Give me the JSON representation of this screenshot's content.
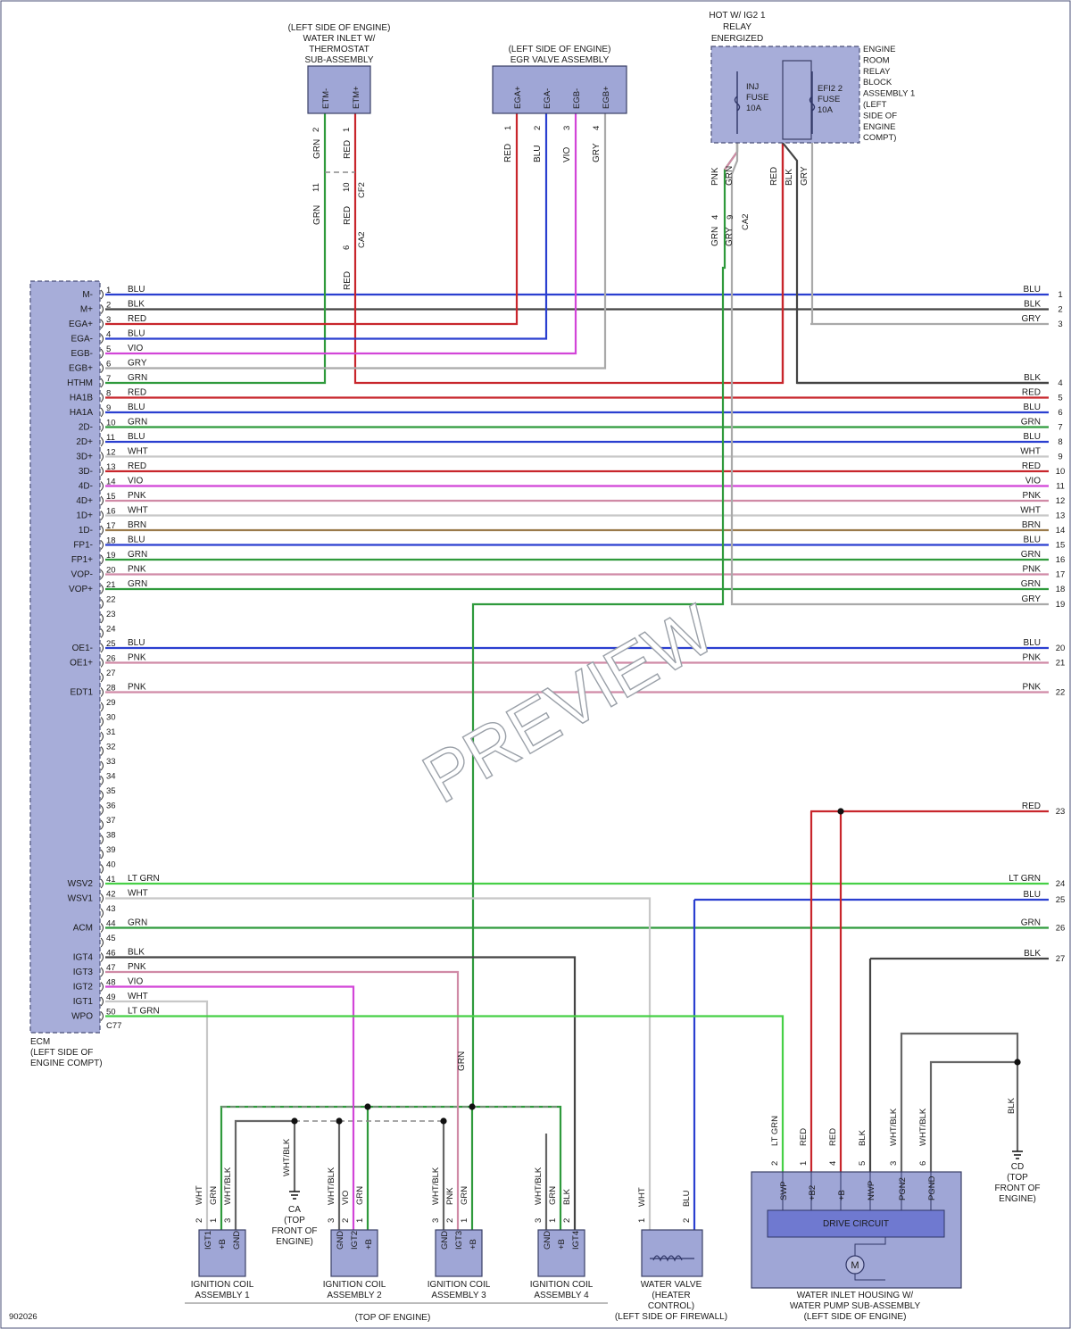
{
  "colors": {
    "BLU": "#2a3fd0",
    "BLK": "#444444",
    "RED": "#c8262c",
    "GRY": "#a9a9a9",
    "VIO": "#d245d8",
    "GRN": "#2f9a3c",
    "WHT": "#c8c8c8",
    "PNK": "#d08aa6",
    "BRN": "#9a7a4a",
    "LT GRN": "#46d046",
    "BG": "#9fa6d6"
  },
  "ecm": {
    "name": "ECM",
    "location1": "(LEFT SIDE OF",
    "location2": "ENGINE COMPT)",
    "connector": "C77",
    "pins": [
      {
        "n": "1",
        "label": "M-",
        "wire": "BLU",
        "right": "1"
      },
      {
        "n": "2",
        "label": "M+",
        "wire": "BLK",
        "right": "2"
      },
      {
        "n": "3",
        "label": "EGA+",
        "wire": "RED"
      },
      {
        "n": "4",
        "label": "EGA-",
        "wire": "BLU"
      },
      {
        "n": "5",
        "label": "EGB-",
        "wire": "VIO"
      },
      {
        "n": "6",
        "label": "EGB+",
        "wire": "GRY"
      },
      {
        "n": "7",
        "label": "HTHM",
        "wire": "GRN"
      },
      {
        "n": "8",
        "label": "HA1B",
        "wire": "RED",
        "right": "5"
      },
      {
        "n": "9",
        "label": "HA1A",
        "wire": "BLU",
        "right": "6"
      },
      {
        "n": "10",
        "label": "2D-",
        "wire": "GRN",
        "right": "7"
      },
      {
        "n": "11",
        "label": "2D+",
        "wire": "BLU",
        "right": "8"
      },
      {
        "n": "12",
        "label": "3D+",
        "wire": "WHT",
        "right": "9"
      },
      {
        "n": "13",
        "label": "3D-",
        "wire": "RED",
        "right": "10"
      },
      {
        "n": "14",
        "label": "4D-",
        "wire": "VIO",
        "right": "11"
      },
      {
        "n": "15",
        "label": "4D+",
        "wire": "PNK",
        "right": "12"
      },
      {
        "n": "16",
        "label": "1D+",
        "wire": "WHT",
        "right": "13"
      },
      {
        "n": "17",
        "label": "1D-",
        "wire": "BRN",
        "right": "14"
      },
      {
        "n": "18",
        "label": "FP1-",
        "wire": "BLU",
        "right": "15"
      },
      {
        "n": "19",
        "label": "FP1+",
        "wire": "GRN",
        "right": "16"
      },
      {
        "n": "20",
        "label": "VOP-",
        "wire": "PNK",
        "right": "17"
      },
      {
        "n": "21",
        "label": "VOP+",
        "wire": "GRN",
        "right": "18"
      },
      {
        "n": "22",
        "label": "",
        "wire": ""
      },
      {
        "n": "23",
        "label": "",
        "wire": ""
      },
      {
        "n": "24",
        "label": "",
        "wire": ""
      },
      {
        "n": "25",
        "label": "OE1-",
        "wire": "BLU",
        "right": "20"
      },
      {
        "n": "26",
        "label": "OE1+",
        "wire": "PNK",
        "right": "21"
      },
      {
        "n": "27",
        "label": "",
        "wire": ""
      },
      {
        "n": "28",
        "label": "EDT1",
        "wire": "PNK",
        "right": "22"
      },
      {
        "n": "29",
        "label": "",
        "wire": ""
      },
      {
        "n": "30",
        "label": "",
        "wire": ""
      },
      {
        "n": "31",
        "label": "",
        "wire": ""
      },
      {
        "n": "32",
        "label": "",
        "wire": ""
      },
      {
        "n": "33",
        "label": "",
        "wire": ""
      },
      {
        "n": "34",
        "label": "",
        "wire": ""
      },
      {
        "n": "35",
        "label": "",
        "wire": ""
      },
      {
        "n": "36",
        "label": "",
        "wire": ""
      },
      {
        "n": "37",
        "label": "",
        "wire": ""
      },
      {
        "n": "38",
        "label": "",
        "wire": ""
      },
      {
        "n": "39",
        "label": "",
        "wire": ""
      },
      {
        "n": "40",
        "label": "",
        "wire": ""
      },
      {
        "n": "41",
        "label": "WSV2",
        "wire": "LT GRN",
        "right": "24"
      },
      {
        "n": "42",
        "label": "WSV1",
        "wire": "WHT"
      },
      {
        "n": "43",
        "label": "",
        "wire": ""
      },
      {
        "n": "44",
        "label": "ACM",
        "wire": "GRN",
        "right": "26"
      },
      {
        "n": "45",
        "label": "",
        "wire": ""
      },
      {
        "n": "46",
        "label": "IGT4",
        "wire": "BLK"
      },
      {
        "n": "47",
        "label": "IGT3",
        "wire": "PNK"
      },
      {
        "n": "48",
        "label": "IGT2",
        "wire": "VIO"
      },
      {
        "n": "49",
        "label": "IGT1",
        "wire": "WHT"
      },
      {
        "n": "50",
        "label": "WPO",
        "wire": "LT GRN"
      }
    ]
  },
  "right_extra": [
    {
      "n": "3",
      "wire": "GRY"
    },
    {
      "n": "4",
      "wire": "BLK"
    },
    {
      "n": "19",
      "wire": "GRY"
    },
    {
      "n": "23",
      "wire": "RED"
    },
    {
      "n": "25",
      "wire": "BLU"
    },
    {
      "n": "27",
      "wire": "BLK"
    }
  ],
  "thermostat": {
    "l1": "(LEFT SIDE OF ENGINE)",
    "l2": "WATER INLET W/",
    "l3": "THERMOSTAT",
    "l4": "SUB-ASSEMBLY",
    "p1": "ETM-",
    "p2": "ETM+",
    "n1": "2",
    "n2": "1",
    "w1": "GRN",
    "w2": "RED"
  },
  "egr": {
    "l1": "(LEFT SIDE OF ENGINE)",
    "l2": "EGR VALVE ASSEMBLY",
    "pins": [
      "EGA+",
      "EGA-",
      "EGB-",
      "EGB+"
    ],
    "nums": [
      "1",
      "2",
      "3",
      "4"
    ],
    "wires": [
      "RED",
      "BLU",
      "VIO",
      "GRY"
    ]
  },
  "relay": {
    "h1": "HOT W/ IG2 1",
    "h2": "RELAY",
    "h3": "ENERGIZED",
    "f1a": "INJ",
    "f1b": "FUSE",
    "f1c": "10A",
    "f2a": "EFI2 2",
    "f2b": "FUSE",
    "f2c": "10A",
    "side": [
      "ENGINE",
      "ROOM",
      "RELAY",
      "BLOCK",
      "ASSEMBLY 1",
      "(LEFT",
      "SIDE OF",
      "ENGINE",
      "COMPT)"
    ],
    "wires": [
      "PNK",
      "GRN",
      "RED",
      "BLK",
      "GRY"
    ]
  },
  "inline": {
    "cf2": "CF2",
    "ca2a": "CA2",
    "ca2b": "CA2",
    "n11": "11",
    "n10": "10",
    "n6": "6",
    "n4": "4",
    "n9": "9"
  },
  "coils": [
    {
      "name1": "IGNITION COIL",
      "name2": "ASSEMBLY 1",
      "pins": [
        "IGT1",
        "+B",
        "GND"
      ],
      "nums": [
        "2",
        "1",
        "3"
      ],
      "wires": [
        "WHT",
        "GRN",
        "WHT/BLK"
      ]
    },
    {
      "name1": "IGNITION COIL",
      "name2": "ASSEMBLY 2",
      "pins": [
        "GND",
        "IGT2",
        "+B"
      ],
      "nums": [
        "3",
        "2",
        "1"
      ],
      "wires": [
        "WHT/BLK",
        "VIO",
        "GRN"
      ]
    },
    {
      "name1": "IGNITION COIL",
      "name2": "ASSEMBLY 3",
      "pins": [
        "GND",
        "IGT3",
        "+B"
      ],
      "nums": [
        "3",
        "2",
        "1"
      ],
      "wires": [
        "WHT/BLK",
        "PNK",
        "GRN"
      ]
    },
    {
      "name1": "IGNITION COIL",
      "name2": "ASSEMBLY 4",
      "pins": [
        "GND",
        "+B",
        "IGT4"
      ],
      "nums": [
        "3",
        "1",
        "2"
      ],
      "wires": [
        "WHT/BLK",
        "GRN",
        "BLK"
      ]
    }
  ],
  "ca_ground": {
    "l1": "CA",
    "l2": "(TOP",
    "l3": "FRONT OF",
    "l4": "ENGINE)",
    "wire": "WHT/BLK"
  },
  "cd_ground": {
    "l1": "CD",
    "l2": "(TOP",
    "l3": "FRONT OF",
    "l4": "ENGINE)",
    "wire": "BLK"
  },
  "coils_group": "(TOP OF ENGINE)",
  "water_valve": {
    "l1": "WATER VALVE",
    "l2": "(HEATER",
    "l3": "CONTROL)",
    "l4": "(LEFT SIDE OF FIREWALL)",
    "nums": [
      "1",
      "2"
    ],
    "wires": [
      "WHT",
      "BLU"
    ]
  },
  "water_pump": {
    "l1": "WATER INLET HOUSING W/",
    "l2": "WATER PUMP SUB-ASSEMBLY",
    "l3": "(LEFT SIDE OF ENGINE)",
    "drive": "DRIVE CIRCUIT",
    "motor": "M",
    "pins": [
      "SWP",
      "+B2",
      "+B",
      "NWP",
      "PGN2",
      "PGND"
    ],
    "nums": [
      "2",
      "1",
      "4",
      "5",
      "3",
      "6"
    ],
    "wires": [
      "LT GRN",
      "RED",
      "RED",
      "BLK",
      "WHT/BLK",
      "WHT/BLK"
    ]
  },
  "diagram_id": "902026",
  "watermark": "PREVIEW"
}
